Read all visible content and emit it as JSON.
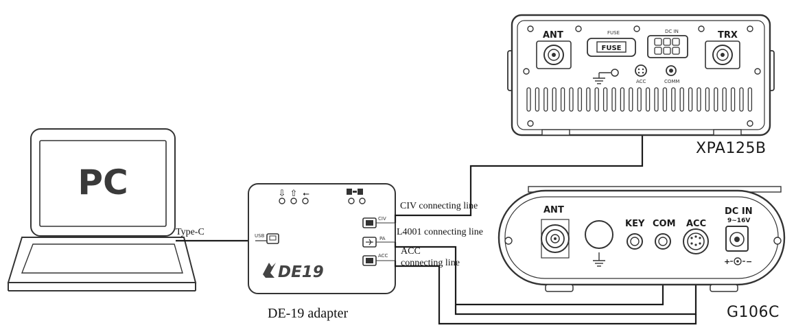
{
  "pc": {
    "label": "PC"
  },
  "labels": {
    "type_c": "Type-C",
    "civ_line": "CIV connecting line",
    "l4001_line": "L4001 connecting line",
    "acc_line_1": "ACC",
    "acc_line_2": "connecting line",
    "de19_caption": "DE-19 adapter"
  },
  "de19": {
    "logo": "DE19",
    "ports": {
      "usb": "USB",
      "civ": "CIV",
      "pa": "PA",
      "acc": "ACC"
    }
  },
  "xpa125b": {
    "name": "XPA125B",
    "ports": {
      "ant": "ANT",
      "fuse_caption": "FUSE",
      "fuse": "FUSE",
      "dc_in": "DC  IN",
      "trx": "TRX",
      "acc": "ACC",
      "comm": "COMM"
    }
  },
  "g106c": {
    "name": "G106C",
    "ports": {
      "ant": "ANT",
      "key": "KEY",
      "com": "COM",
      "acc": "ACC",
      "dc_in": "DC IN",
      "voltage": "9~16V"
    }
  },
  "colors": {
    "line": "#1a1a1a",
    "background": "#ffffff"
  }
}
